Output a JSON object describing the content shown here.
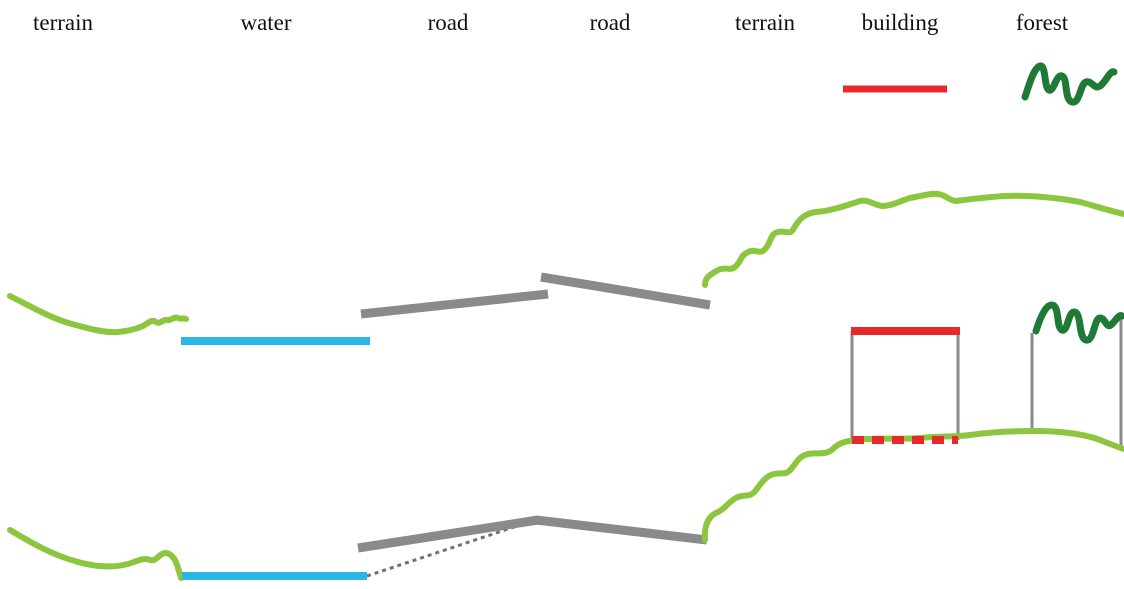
{
  "column_labels": {
    "terrain_1": "terrain",
    "water": "water",
    "road_1": "road",
    "road_2": "road",
    "terrain_2": "terrain",
    "building": "building",
    "forest": "forest"
  },
  "colors": {
    "terrain": "#8cc63f",
    "water": "#29b6e8",
    "road": "#8a8a8a",
    "building": "#e8282b",
    "forest": "#1e7a35",
    "wall": "#8a8a8a",
    "dotted_road": "#707070"
  }
}
